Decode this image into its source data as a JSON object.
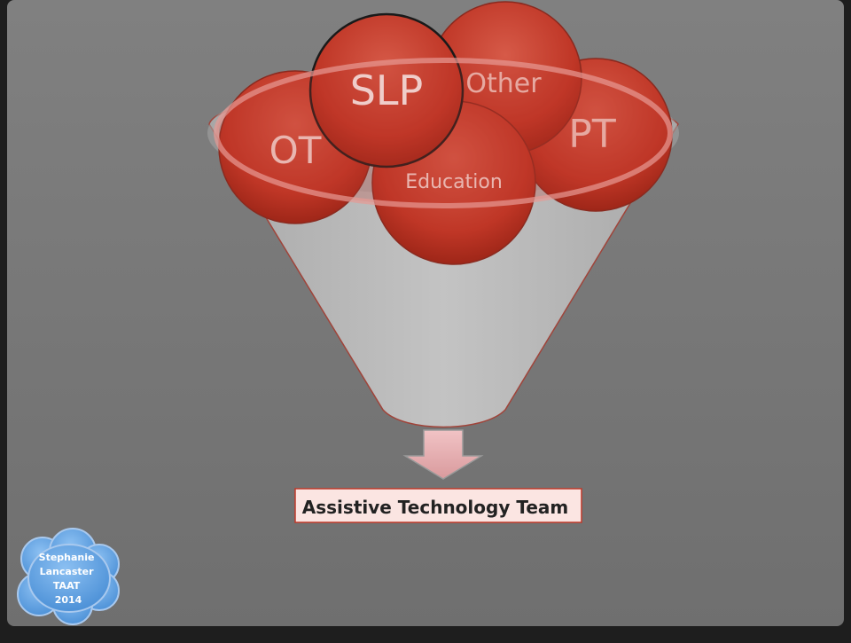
{
  "funnel_circles": {
    "ot": "OT",
    "pt": "PT",
    "other": "Other",
    "slp": "SLP",
    "education": "Education"
  },
  "result_label": "Assistive Technology Team",
  "credit": {
    "line1": "Stephanie",
    "line2": "Lancaster",
    "line3": "TAAT",
    "line4": "2014"
  },
  "colors": {
    "slide_bg": "#7a7a7a",
    "funnel_fill": "#b9b9b9",
    "circle_red": "#c0382b",
    "arrow_pink": "#e8b3b5",
    "label_border": "#c0392b",
    "cloud_blue": "#5d9fe0"
  }
}
